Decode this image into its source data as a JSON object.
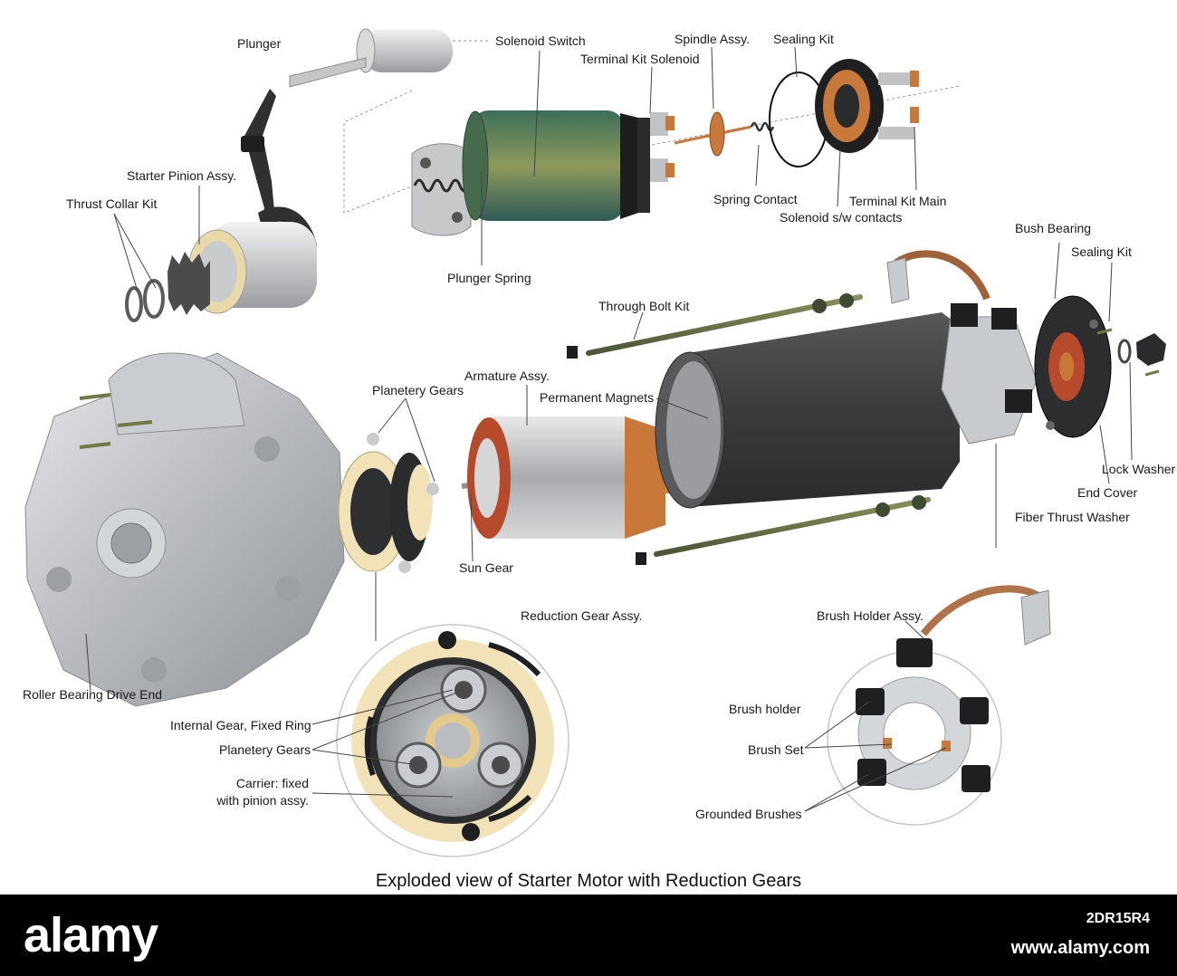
{
  "diagram": {
    "caption": "Exploded view of Starter Motor with Reduction Gears",
    "labels": {
      "plunger": "Plunger",
      "solenoid_switch": "Solenoid Switch",
      "terminal_kit_solenoid": "Terminal Kit Solenoid",
      "spindle_assy": "Spindle Assy.",
      "sealing_kit_top": "Sealing Kit",
      "starter_pinion_assy": "Starter Pinion Assy.",
      "thrust_collar_kit": "Thrust Collar Kit",
      "spring_contact": "Spring Contact",
      "terminal_kit_main": "Terminal Kit Main",
      "solenoid_sw_contacts": "Solenoid s/w contacts",
      "bush_bearing": "Bush Bearing",
      "sealing_kit_right": "Sealing Kit",
      "plunger_spring": "Plunger Spring",
      "through_bolt_kit": "Through Bolt Kit",
      "armature_assy": "Armature Assy.",
      "permanent_magnets": "Permanent Magnets",
      "planetery_gears_top": "Planetery Gears",
      "lock_washer": "Lock Washer",
      "end_cover": "End Cover",
      "fiber_thrust_washer": "Fiber Thrust Washer",
      "sun_gear": "Sun Gear",
      "reduction_gear_assy": "Reduction Gear Assy.",
      "brush_holder_assy": "Brush Holder Assy.",
      "roller_bearing_drive_end": "Roller Bearing Drive End",
      "internal_gear_fixed_ring": "Internal Gear, Fixed Ring",
      "planetery_gears_bottom": "Planetery Gears",
      "carrier_line1": "Carrier: fixed",
      "carrier_line2": "with pinion assy.",
      "brush_holder": "Brush holder",
      "brush_set": "Brush Set",
      "grounded_brushes": "Grounded Brushes"
    }
  },
  "watermark": {
    "logo": "alamy",
    "image_code": "2DR15R4",
    "site": "www.alamy.com"
  },
  "colors": {
    "housing": "#b9bcc0",
    "magnet_shell": "#3a3b3d",
    "solenoid": "#5b8a62",
    "copper": "#c8793a",
    "armature_red": "#b84a2c",
    "gear_cream": "#f1e2b8"
  }
}
